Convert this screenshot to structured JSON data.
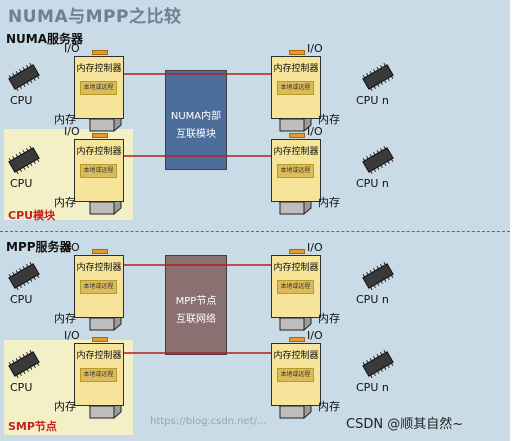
{
  "title": "NUMA与MPP之比较",
  "numa": {
    "section_label": "NUMA服务器",
    "hub_line1": "NUMA内部",
    "hub_line2": "互联模块",
    "module_label": "CPU模块"
  },
  "mpp": {
    "section_label": "MPP服务器",
    "hub_line1": "MPP节点",
    "hub_line2": "互联网络",
    "module_label": "SMP节点"
  },
  "node": {
    "controller": "内存控制器",
    "access": "本地或远程",
    "io": "I/O",
    "memory": "内存",
    "cpu_left": "CPU",
    "cpu_right": "CPU n"
  },
  "watermark": "https://blog.csdn.net/...",
  "credit": "CSDN @顺其自然~",
  "colors": {
    "background": "#c9dbe6",
    "module_fill": "#f3f0c8",
    "controller_fill": "#f5e49a",
    "io_port": "#e59a2a",
    "link": "#b02020",
    "numa_hub": "#4c6d9a",
    "mpp_hub": "#8a7070",
    "module_label": "#c62020"
  }
}
